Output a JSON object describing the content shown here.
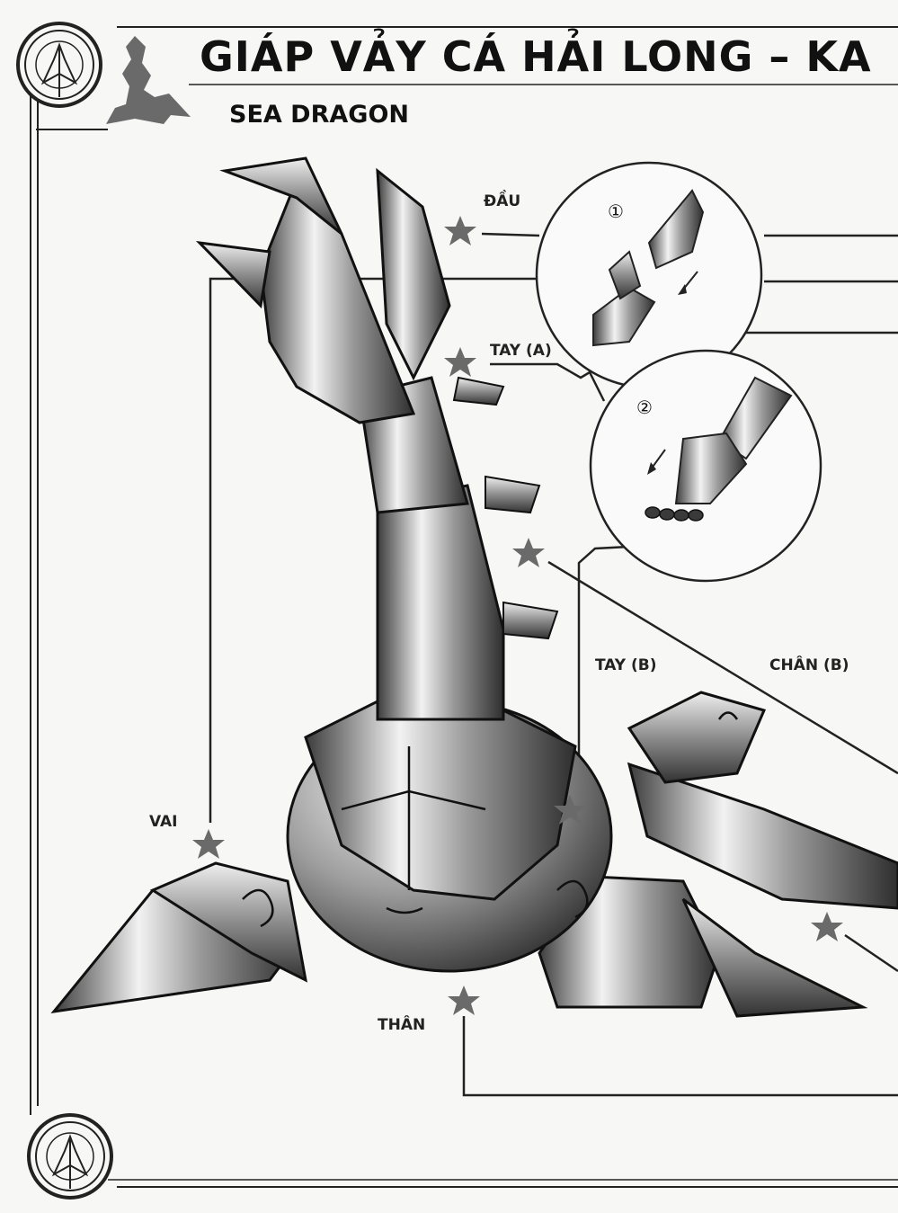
{
  "header": {
    "title": "GIÁP VẢY CÁ HẢI LONG – KA",
    "subtitle": "SEA DRAGON"
  },
  "labels": {
    "dau": "ĐẦU",
    "tay_a": "TAY (A)",
    "tay_b": "TAY (B)",
    "chan_b": "CHÂN (B)",
    "vai": "VAI",
    "than": "THÂN"
  },
  "steps": {
    "step1": "①",
    "step2": "②"
  },
  "colors": {
    "ink": "#111111",
    "paper": "#f7f7f5",
    "metal_light": "#e6e6e6",
    "metal_mid": "#9a9a9a",
    "metal_dark": "#3c3c3c",
    "star": "#6a6a6a"
  }
}
